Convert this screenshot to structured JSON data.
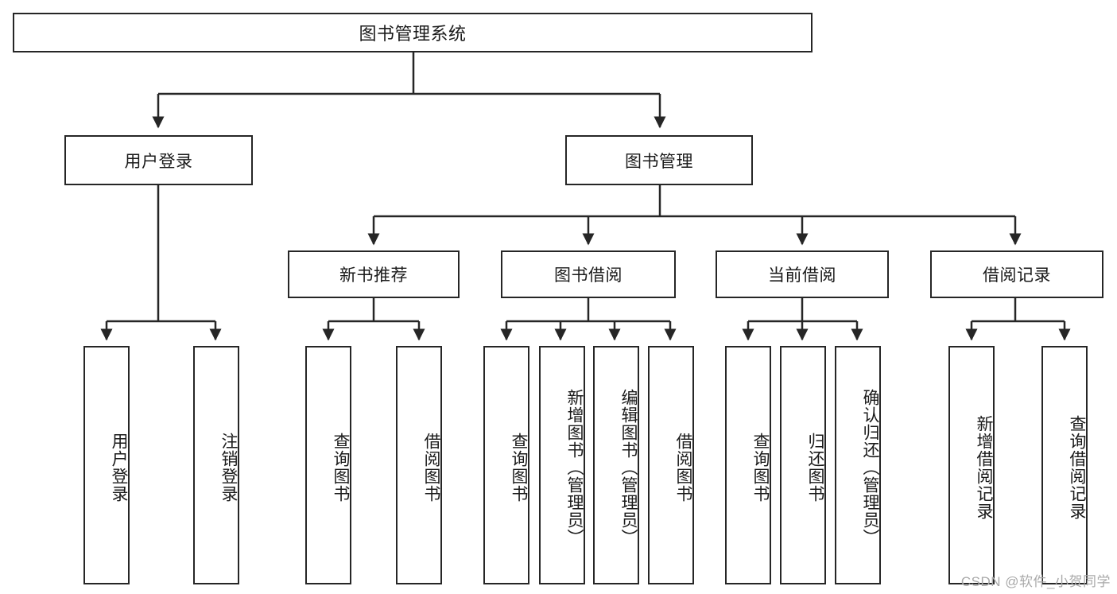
{
  "diagram": {
    "title_node": {
      "label": "图书管理系统"
    },
    "level2": [
      {
        "id": "user-login",
        "label": "用户登录"
      },
      {
        "id": "book-management",
        "label": "图书管理"
      }
    ],
    "level3": [
      {
        "id": "new-book-recommend",
        "label": "新书推荐"
      },
      {
        "id": "book-borrow",
        "label": "图书借阅"
      },
      {
        "id": "current-borrow",
        "label": "当前借阅"
      },
      {
        "id": "borrow-record",
        "label": "借阅记录"
      }
    ],
    "leaves": {
      "user_login": [
        {
          "id": "leaf-user-login",
          "label": "用户登录"
        },
        {
          "id": "leaf-logout-login",
          "label": "注销登录"
        }
      ],
      "new_book_recommend": [
        {
          "id": "leaf-query-book-1",
          "label": "查询图书"
        },
        {
          "id": "leaf-borrow-book-1",
          "label": "借阅图书"
        }
      ],
      "book_borrow": [
        {
          "id": "leaf-query-book-2",
          "label": "查询图书"
        },
        {
          "id": "leaf-add-book",
          "label": "新增图书（管理员）"
        },
        {
          "id": "leaf-edit-book",
          "label": "编辑图书（管理员）"
        },
        {
          "id": "leaf-borrow-book-2",
          "label": "借阅图书"
        }
      ],
      "current_borrow": [
        {
          "id": "leaf-query-book-3",
          "label": "查询图书"
        },
        {
          "id": "leaf-return-book",
          "label": "归还图书"
        },
        {
          "id": "leaf-confirm-return",
          "label": "确认归还（管理员）"
        }
      ],
      "borrow_record": [
        {
          "id": "leaf-add-record",
          "label": "新增借阅记录"
        },
        {
          "id": "leaf-query-record",
          "label": "查询借阅记录"
        }
      ]
    },
    "watermark": "CSDN @软件_小贺同学",
    "colors": {
      "border": "#262626",
      "background": "#ffffff",
      "text": "#1a1a1a",
      "watermark": "#a9a9a9"
    }
  }
}
